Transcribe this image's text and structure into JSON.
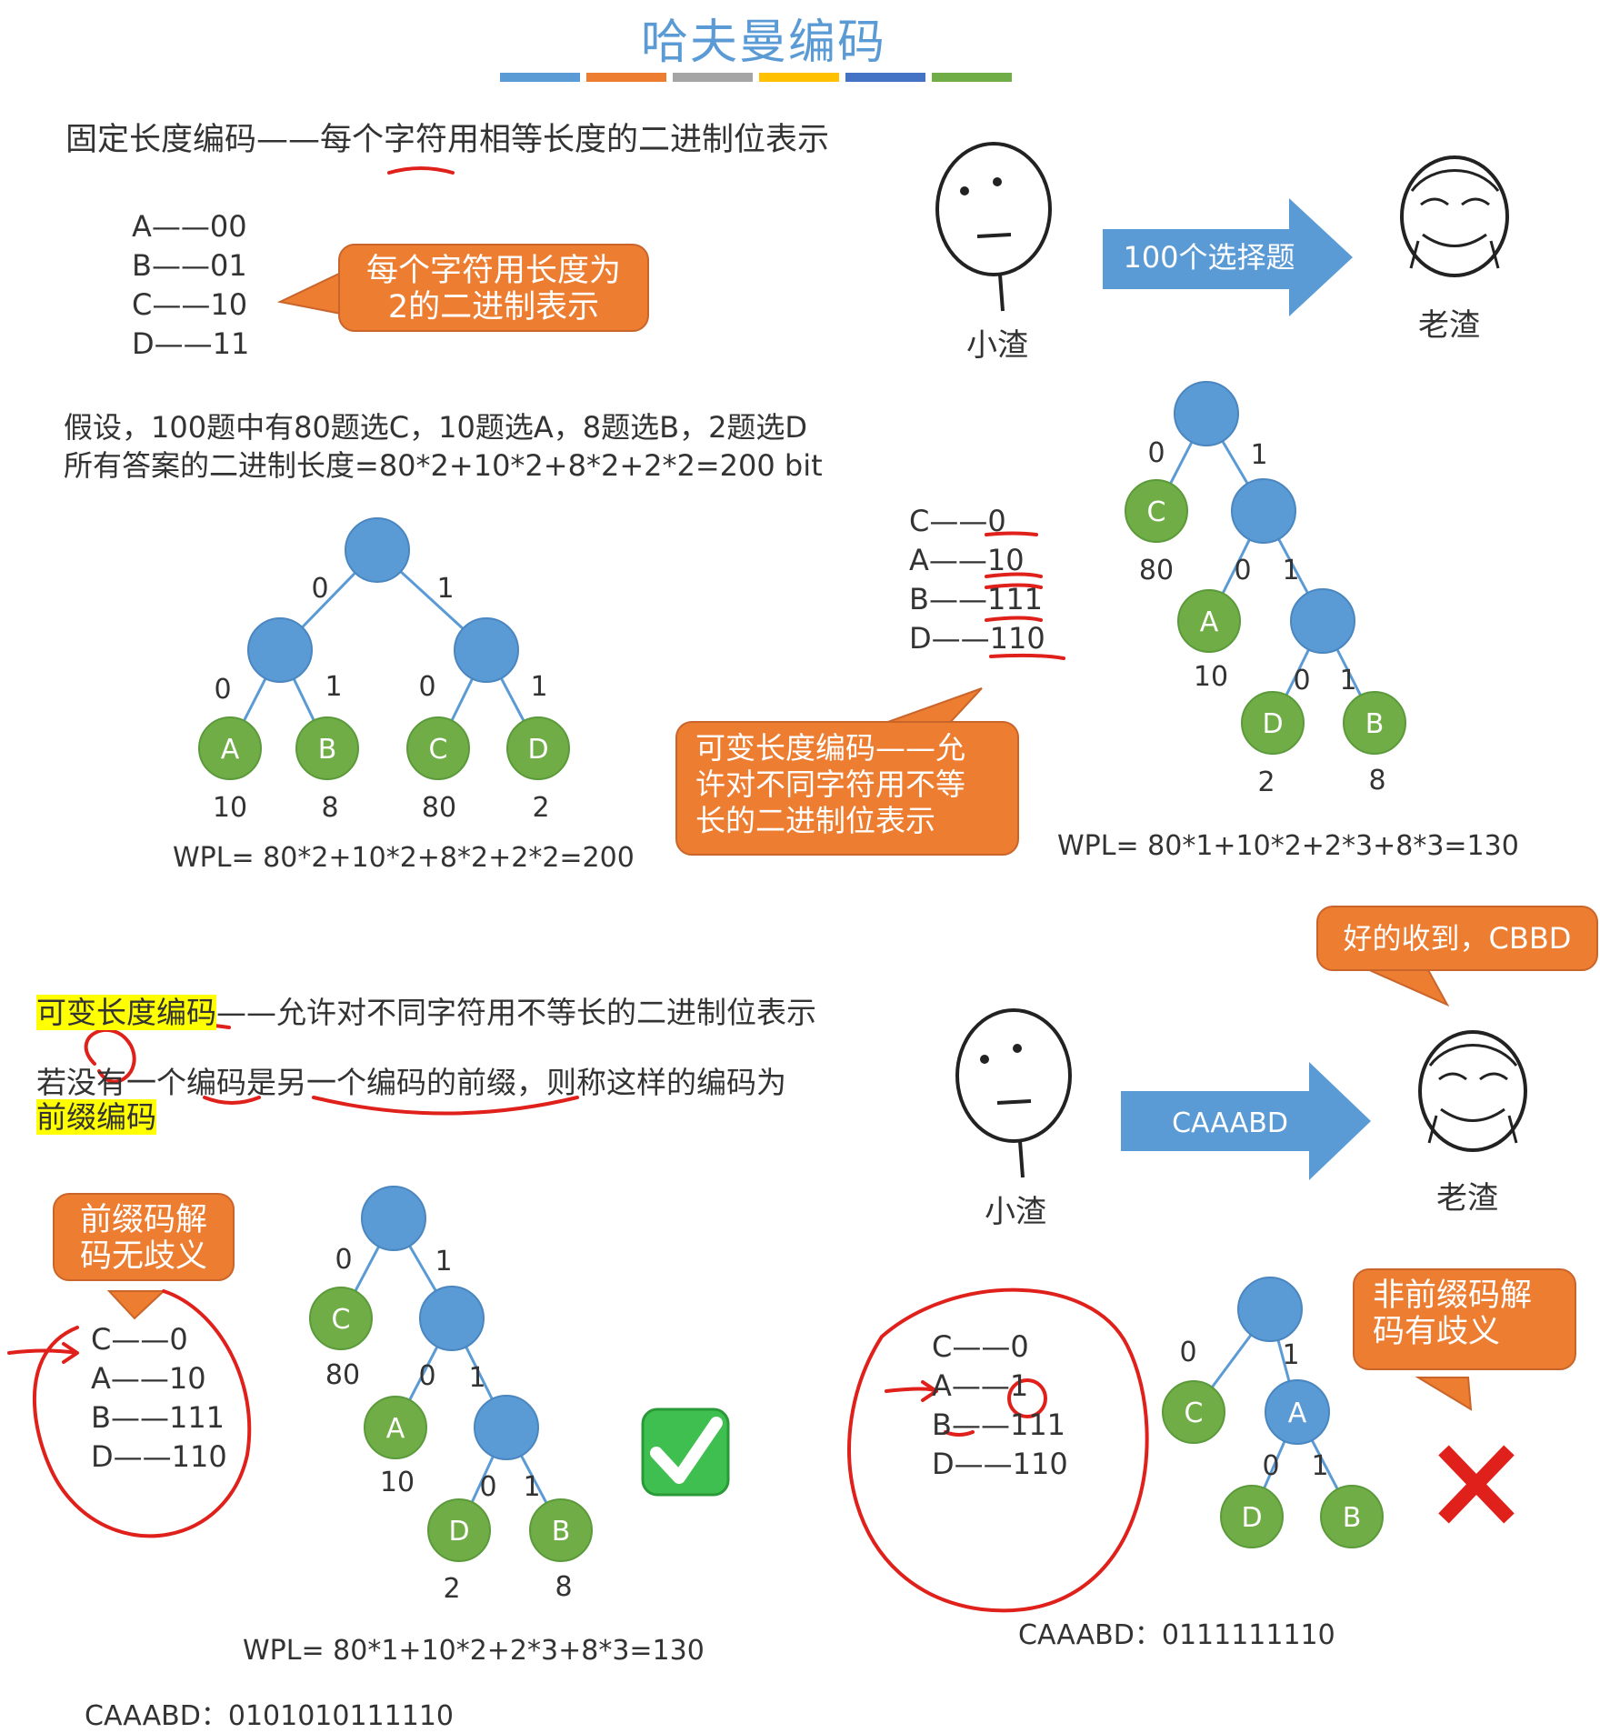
{
  "title": "哈夫曼编码",
  "title_bar_colors": [
    "#5b9bd5",
    "#ed7d31",
    "#a5a5a5",
    "#ffc000",
    "#4472c4",
    "#70ad47"
  ],
  "section1": {
    "heading_a": "固定长度编码——每个",
    "heading_b": "字符",
    "heading_c": "用相等长度的二进制位表示",
    "fixed_codes": [
      "A——00",
      "B——01",
      "C——10",
      "D——11"
    ],
    "fixed_callout_line1": "每个字符用长度为",
    "fixed_callout_line2": "2的二进制表示",
    "assume_line1": "假设，100题中有80题选C，10题选A，8题选B，2题选D",
    "assume_line2": "所有答案的二进制长度=80*2+10*2+8*2+2*2=200 bit",
    "tree_left": {
      "edges": [
        "0",
        "1",
        "0",
        "1",
        "0",
        "1"
      ],
      "leaves": [
        "A",
        "B",
        "C",
        "D"
      ],
      "weights": [
        "10",
        "8",
        "80",
        "2"
      ],
      "wpl": "WPL= 80*2+10*2+8*2+2*2=200"
    },
    "var_callout_line1": "可变长度编码——允",
    "var_callout_line2": "许对不同字符用不等",
    "var_callout_line3": "长的二进制位表示",
    "var_codes": [
      {
        "letter": "C——",
        "code": "0"
      },
      {
        "letter": "A——",
        "code": "10"
      },
      {
        "letter": "B——",
        "code": "111"
      },
      {
        "letter": "D——",
        "code": "110"
      }
    ],
    "tree_right": {
      "edges": [
        "0",
        "1",
        "0",
        "1",
        "0",
        "1"
      ],
      "leaves": [
        "C",
        "A",
        "D",
        "B"
      ],
      "weights": [
        "80",
        "10",
        "2",
        "8"
      ],
      "wpl": "WPL= 80*1+10*2+2*3+8*3=130"
    },
    "sender": "小渣",
    "receiver": "老渣",
    "arrow_label": "100个选择题"
  },
  "section2": {
    "line1_hl": "可变长度编码",
    "line1_rest": "——允许对不同字符用不等长的二进制位表示",
    "line2": "若没有一个编码是另一个编码的前缀，则称这样的编码为",
    "line3_hl": "前缀编码",
    "prefix_callout_line1": "前缀码解",
    "prefix_callout_line2": "码无歧义",
    "codes_left": [
      "C——0",
      "A——10",
      "B——111",
      "D——110"
    ],
    "tree_left": {
      "edges": [
        "0",
        "1",
        "0",
        "1",
        "0",
        "1"
      ],
      "leaves": [
        "C",
        "A",
        "D",
        "B"
      ],
      "weights": [
        "80",
        "10",
        "2",
        "8"
      ],
      "wpl": "WPL= 80*1+10*2+2*3+8*3=130"
    },
    "encoded_left": "CAAABD：0101010111110",
    "sender": "小渣",
    "receiver": "老渣",
    "arrow_label": "CAAABD",
    "reply_callout": "好的收到，CBBD",
    "nonprefix_callout_line1": "非前缀码解",
    "nonprefix_callout_line2": "码有歧义",
    "codes_right": [
      {
        "letter": "C——",
        "code": "0"
      },
      {
        "letter": "A——",
        "code": "1"
      },
      {
        "letter": "B——",
        "code": "111"
      },
      {
        "letter": "D——",
        "code": "110"
      }
    ],
    "tree_right": {
      "edges": [
        "0",
        "1",
        "0",
        "1"
      ],
      "nodes": [
        "C",
        "A",
        "D",
        "B"
      ]
    },
    "encoded_right": "CAAABD：0111111110"
  },
  "colors": {
    "internal": "#5b9bd5",
    "leaf": "#70ad47",
    "callout": "#ed7d31",
    "arrow": "#5b9bd5",
    "pen": "#e0201b"
  },
  "icons": [
    "ok-check-icon",
    "wrong-cross-icon",
    "poker-face-icon",
    "smug-face-icon"
  ]
}
